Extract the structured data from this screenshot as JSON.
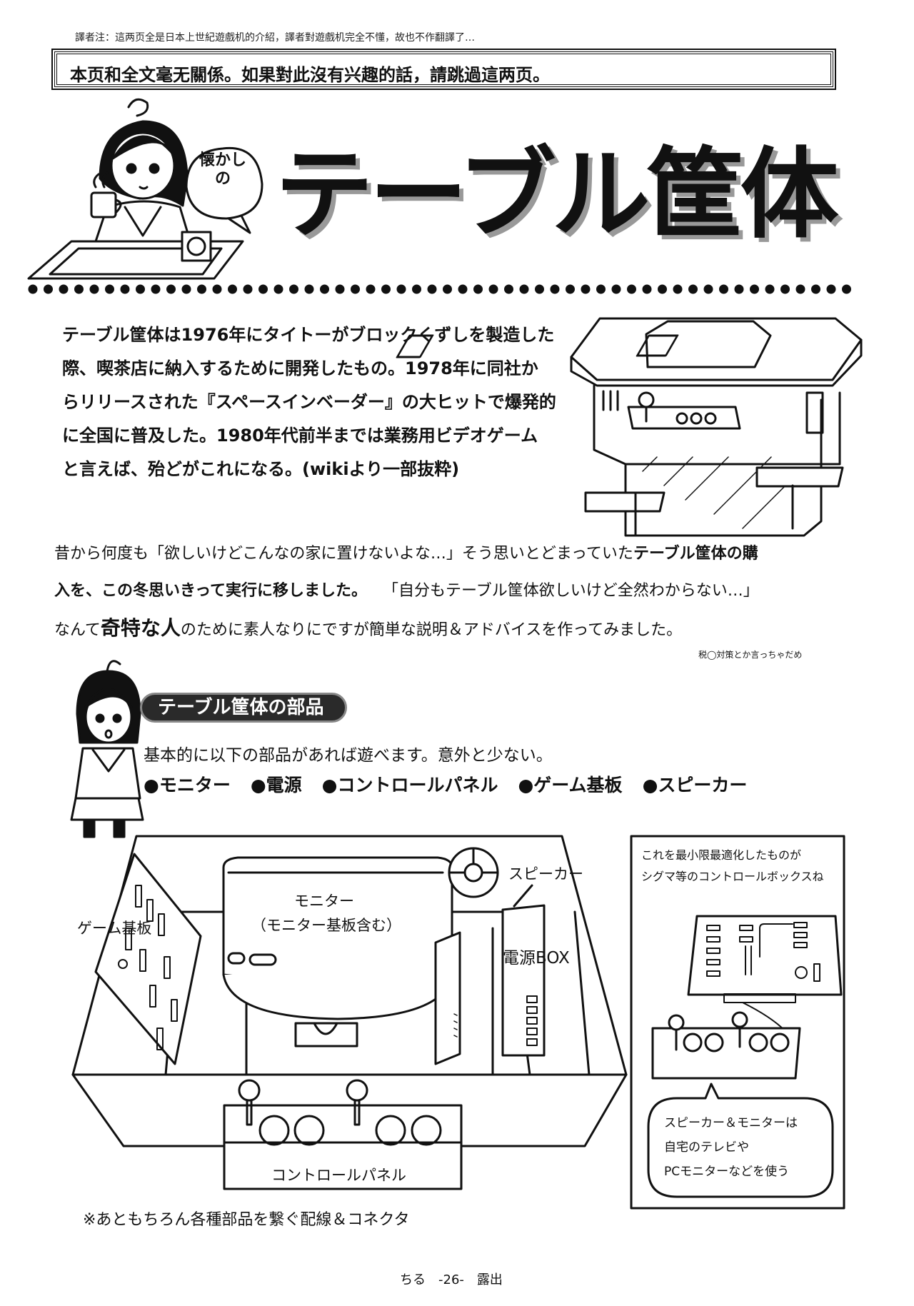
{
  "translator_note": "譯者注：這两页全是日本上世紀遊戲机的介紹，譯者對遊戲机完全不懂，故也不作翻譯了…",
  "notice": "本页和全文毫无關係。如果對此沒有兴趣的話，請跳過這两页。",
  "header": {
    "bubble_line1": "懐かし",
    "bubble_line2": "の",
    "title": "テーブル筐体"
  },
  "intro_paragraph": [
    "テーブル筐体は1976年にタイトーがブロックくずしを製造した",
    "際、喫茶店に納入するために開発したもの。1978年に同社か",
    "らリリースされた『スペースインベーダー』の大ヒットで爆発的",
    "に全国に普及した。1980年代前半までは業務用ビデオゲーム",
    "と言えば、殆どがこれになる。(wikiより一部抜粋)"
  ],
  "story": {
    "l1_plain": "昔から何度も「欲しいけどこんなの家に置けないよな…」そう思いとどまっていた",
    "l1_bold": "テーブル筐体の購",
    "l2_bold": "入を、この冬思いきって実行に移しました。",
    "l2_plain": "　　「自分もテーブル筐体欲しいけど全然わからない…」",
    "l3_a": "なんて",
    "l3_bold": "奇特な人",
    "l3_b": "のために素人なりにですが簡単な説明＆アドバイスを作ってみました。"
  },
  "side_note": "税◯対策とか言っちゃだめ",
  "parts_section": {
    "heading": "テーブル筐体の部品",
    "intro": "基本的に以下の部品があれば遊べます。意外と少ない。",
    "parts": [
      "●モニター",
      "●電源",
      "●コントロールパネル",
      "●ゲーム基板",
      "●スピーカー"
    ]
  },
  "diagram": {
    "monitor": "モニター",
    "monitor_sub": "（モニター基板含む）",
    "game_board": "ゲーム基板",
    "speaker": "スピーカー",
    "power_box": "電源BOX",
    "control_panel": "コントロールパネル",
    "side_caption_1": "これを最小限最適化したものが",
    "side_caption_2": "シグマ等のコントロールボックスね",
    "bubble_1": "スピーカー＆モニターは",
    "bubble_2": "自宅のテレビや",
    "bubble_3": "PCモニターなどを使う",
    "footnote": "※あともちろん各種部品を繋ぐ配線＆コネクタ"
  },
  "footer": "ちる　-26-　露出"
}
